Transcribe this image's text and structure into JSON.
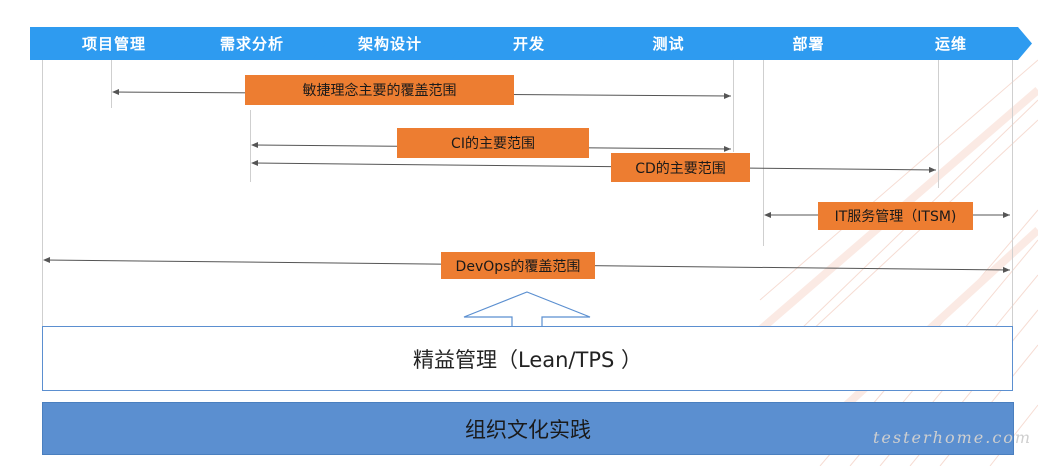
{
  "stages": [
    "项目管理",
    "需求分析",
    "架构设计",
    "开发",
    "测试",
    "部署",
    "运维"
  ],
  "ranges": {
    "agile": "敏捷理念主要的覆盖范围",
    "ci": "CI的主要范围",
    "cd": "CD的主要范围",
    "itsm": "IT服务管理（ITSM)",
    "devops": "DevOps的覆盖范围"
  },
  "lean": "精益管理（Lean/TPS ）",
  "org": "组织文化实践",
  "watermark": "testerhome.com",
  "colors": {
    "stage_blue": "#2e9bf0",
    "orange": "#ed7d31",
    "base_blue": "#5b8fd0"
  }
}
